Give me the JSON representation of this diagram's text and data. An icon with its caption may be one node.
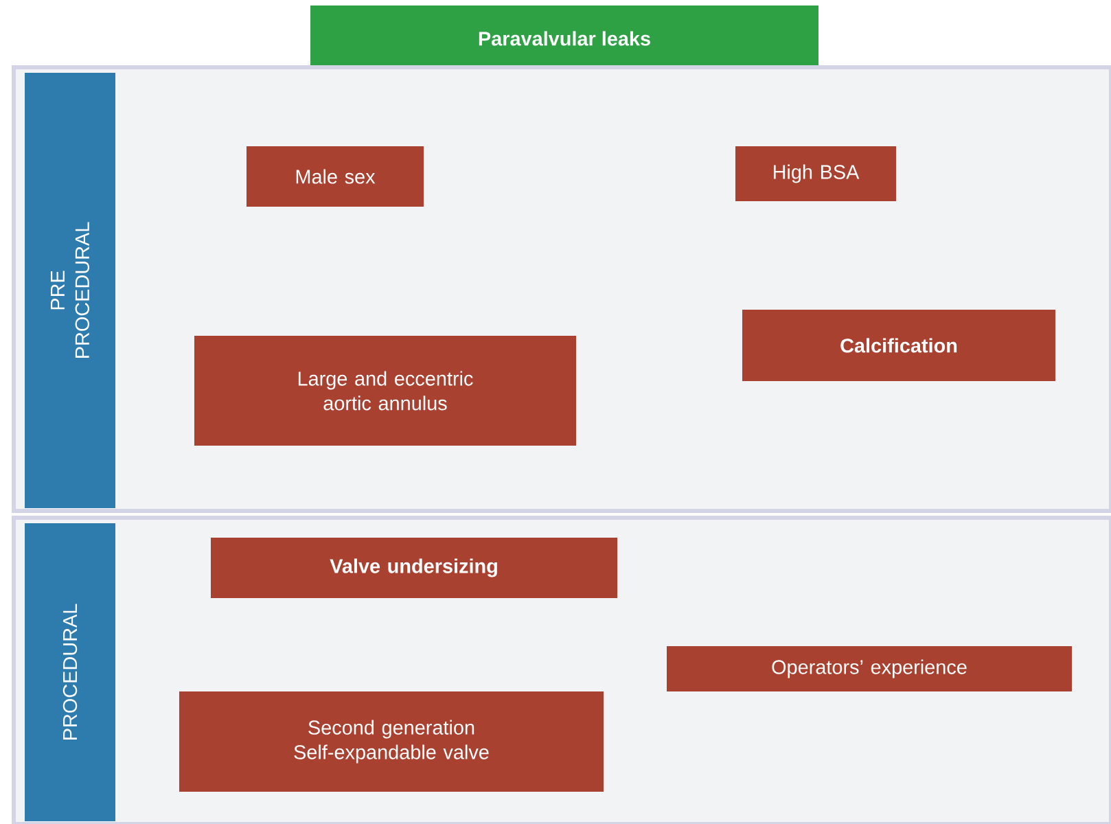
{
  "diagram": {
    "title": "Paravalvular leaks",
    "nodes": [
      {
        "text": [
          "PRE PROCEDURAL"
        ]
      },
      {
        "text": [
          "Male sex"
        ],
        "in": 0
      },
      {
        "text": [
          "High BSA"
        ],
        "in": 0
      },
      {
        "text": [
          "Large and eccentric aortic annulus"
        ],
        "in": 0
      },
      {
        "text": [
          "**Calcification**"
        ],
        "in": 0
      },
      {
        "text": [
          "PROCEDURAL"
        ]
      },
      {
        "text": [
          "**Valve undersizing**"
        ],
        "in": 5
      },
      {
        "text": [
          "Operators’ experience"
        ],
        "in": 5
      },
      {
        "text": [
          "Second generation Self-expandable valve"
        ],
        "in": 5
      }
    ]
  }
}
